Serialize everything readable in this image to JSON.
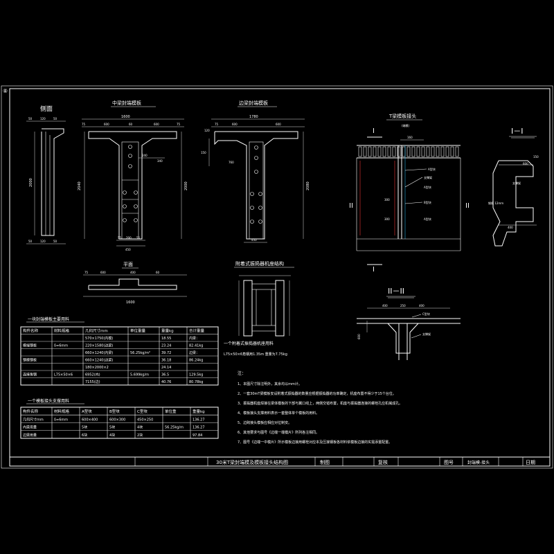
{
  "sheet_marker": "⑧",
  "views": {
    "side": "侧面",
    "middle": "中梁封端模板",
    "edge": "边梁封端模板",
    "plan": "平面",
    "attach": "附着式振捣器机座结构",
    "joint": "T梁模板接头",
    "joint_sub": "(端模)",
    "sec1": "I－I",
    "sec2": "II－II",
    "mark_I": "I",
    "mark_II": "II"
  },
  "dims": {
    "side_top": [
      "50",
      "120",
      "50"
    ],
    "side_h": "2000",
    "side_bot": [
      "50",
      "120",
      "50"
    ],
    "mid_top_total": "1600",
    "mid_top": [
      "75",
      "600",
      "60",
      "600",
      "75"
    ],
    "mid_left_h": "2040",
    "mid_right_h": "2000",
    "mid_inner": [
      "240",
      "340"
    ],
    "mid_bot": [
      "55",
      "200",
      "55"
    ],
    "mid_bot_total": "450",
    "edge_top_total": "1780",
    "edge_top": [
      "75",
      "600",
      "600"
    ],
    "edge_left_h": "760",
    "edge_right_h": "2080",
    "edge_side": [
      "120",
      "150"
    ],
    "edge_bot": "450",
    "plan_a": [
      "75",
      "600",
      "400",
      "60"
    ],
    "plan_total": "1600",
    "joint_top": "160",
    "joint_mid": [
      "300",
      "300"
    ],
    "joint_lbl": [
      "A型块",
      "支撑架",
      "A型块",
      "B型块",
      "A型块"
    ],
    "sec1_dims": [
      "600",
      "150",
      "400"
    ],
    "sec1_lbl": "支撑架",
    "sec1_note": "钢模 12mm",
    "sec2_dims": [
      "400",
      "250",
      "400"
    ],
    "sec2_lbl": [
      "C型块",
      "支撑架"
    ],
    "sec2_h": "600"
  },
  "table1": {
    "title": "一块封端模板主要用料",
    "headers": [
      "构件名称",
      "材料规格",
      "几何尺寸mm",
      "单位重量",
      "重量kg",
      "合计重量"
    ],
    "rows": [
      [
        "",
        "",
        "570×1750(内模)",
        "",
        "18.55",
        "内梁："
      ],
      [
        "模端钢板",
        "δ=6mm",
        "220×1580(边梁)",
        "",
        "23.24",
        "82.41kg"
      ],
      [
        "",
        "",
        "660×1240(内梁)",
        "56.25kg/m²",
        "39.72",
        "边梁："
      ],
      [
        "钢模钢板",
        "",
        "660×1240(边梁)",
        "",
        "36.18",
        "86.24kg"
      ],
      [
        "",
        "",
        "180×2000×2",
        "",
        "24.14",
        ""
      ],
      [
        "连接角钢",
        "L75×50×6",
        "6952(内)",
        "5.699kg/m",
        "36.5",
        "129.5kg"
      ],
      [
        "",
        "",
        "7155(边)",
        "",
        "40.76",
        "80.78kg"
      ]
    ]
  },
  "table2": {
    "title": "一个模板接头支撑用料",
    "headers": [
      "构件名称",
      "材料规格",
      "A型块",
      "B型块",
      "C型块",
      "单位重",
      "重量kg"
    ],
    "rows": [
      [
        "几何尺寸mm",
        "δ=6mm",
        "600×400",
        "600×300",
        "450×250",
        "",
        "136.27"
      ],
      [
        "内梁用量",
        "",
        "5块",
        "5块",
        "4块",
        "56.25kg/m",
        "136.27"
      ],
      [
        "边梁用量",
        "",
        "6块",
        "4块",
        "2块",
        "",
        "97.84"
      ]
    ]
  },
  "attach_note": {
    "title": "一个附着式振捣器机座用料",
    "text": "L75×50×6角钢用1.35m   重量为7.75kg"
  },
  "notes": {
    "title": "注：",
    "items": [
      "1、本图尺寸除注明外，其余均以mm计。",
      "2、一套30mT梁模板安设附着式振捣器的数量应根据振捣器的功率确定，机座布置不得少于15个台位。",
      "3、振捣器机座焊接在梁体模板的下部与翼口线上，两侧交错布置，机座与振捣器连接的螺栓孔应机械成孔。",
      "4、模板接头支撑用料表示一套整体单个模板的用料。",
      "5、边跨接头模板应相应对位制安。",
      "6、其他要求与图号《边端一端模片》所列各注相同。",
      "7、图号《边端一中模片》所示模板边接用螺栓对应本及压接钢板各材料依模板边接的实需添置配置。"
    ]
  },
  "title_block": {
    "drawing_title": "30米T梁封端模及模板接头结构图",
    "design": "制图",
    "review": "复核",
    "fig_no_label": "图号",
    "fig_no": "封端模-接头",
    "date_label": "日期"
  }
}
